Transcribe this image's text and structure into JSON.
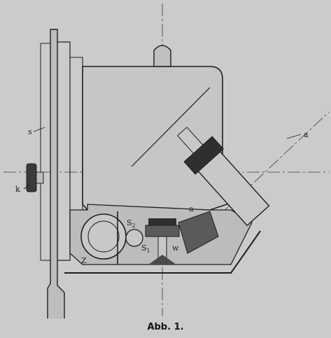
{
  "caption": "Abb. 1.",
  "labels": {
    "s": "s",
    "k": "k",
    "a_top": "a",
    "a_mid": "a",
    "s2_base": "S",
    "s2_sub": "2",
    "s1_base": "S",
    "s1_sub": "1",
    "w": "w",
    "z": "Z"
  },
  "colors": {
    "ink": "#1f1f1f",
    "paper": "#cbcbcb",
    "body_fill": "#c6c6c6",
    "cutaway_fill": "#bcbcbc"
  }
}
